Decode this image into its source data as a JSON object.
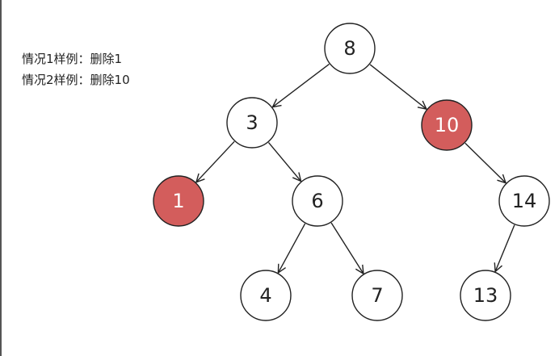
{
  "caption": {
    "line1": "情况1样例：删除1",
    "line2": "情况2样例：删除10"
  },
  "colors": {
    "highlight": "#d35d5c",
    "stroke": "#222222",
    "node_fill": "#ffffff"
  },
  "tree": {
    "nodes": [
      {
        "id": "n8",
        "label": "8",
        "highlighted": false
      },
      {
        "id": "n3",
        "label": "3",
        "highlighted": false
      },
      {
        "id": "n10",
        "label": "10",
        "highlighted": true
      },
      {
        "id": "n1",
        "label": "1",
        "highlighted": true
      },
      {
        "id": "n6",
        "label": "6",
        "highlighted": false
      },
      {
        "id": "n14",
        "label": "14",
        "highlighted": false
      },
      {
        "id": "n4",
        "label": "4",
        "highlighted": false
      },
      {
        "id": "n7",
        "label": "7",
        "highlighted": false
      },
      {
        "id": "n13",
        "label": "13",
        "highlighted": false
      }
    ],
    "edges": [
      {
        "from": "n8",
        "to": "n3"
      },
      {
        "from": "n8",
        "to": "n10"
      },
      {
        "from": "n3",
        "to": "n1"
      },
      {
        "from": "n3",
        "to": "n6"
      },
      {
        "from": "n10",
        "to": "n14"
      },
      {
        "from": "n6",
        "to": "n4"
      },
      {
        "from": "n6",
        "to": "n7"
      },
      {
        "from": "n14",
        "to": "n13"
      }
    ]
  }
}
